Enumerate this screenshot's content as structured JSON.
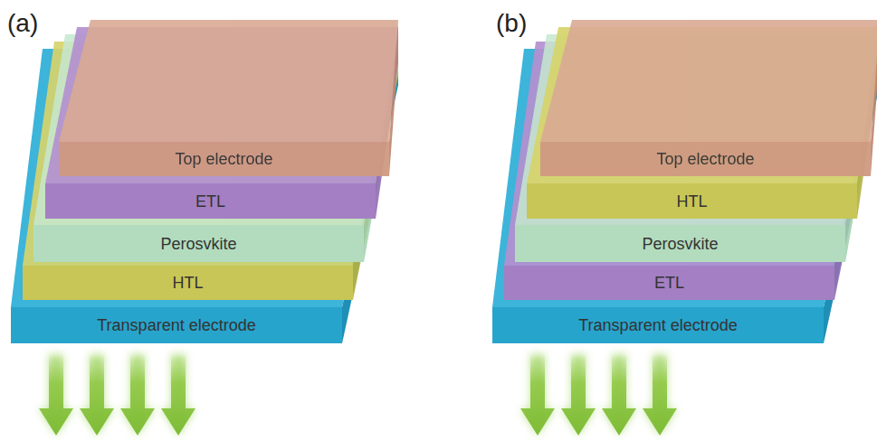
{
  "diagram": {
    "nodes": [
      {
        "text": [
          "Top electrode"
        ]
      },
      {
        "text": [
          "ETL"
        ]
      },
      {
        "text": [
          "Perosvkite"
        ]
      },
      {
        "text": [
          "HTL"
        ]
      },
      {
        "text": [
          "Transparent electrode"
        ]
      },
      {
        "text": [
          "Top electrode"
        ]
      },
      {
        "text": [
          "HTL"
        ]
      },
      {
        "text": [
          "Perosvkite"
        ]
      },
      {
        "text": [
          "ETL"
        ]
      },
      {
        "text": [
          "Transparent electrode"
        ]
      }
    ],
    "labels": [
      "(a)",
      "(b)"
    ]
  }
}
